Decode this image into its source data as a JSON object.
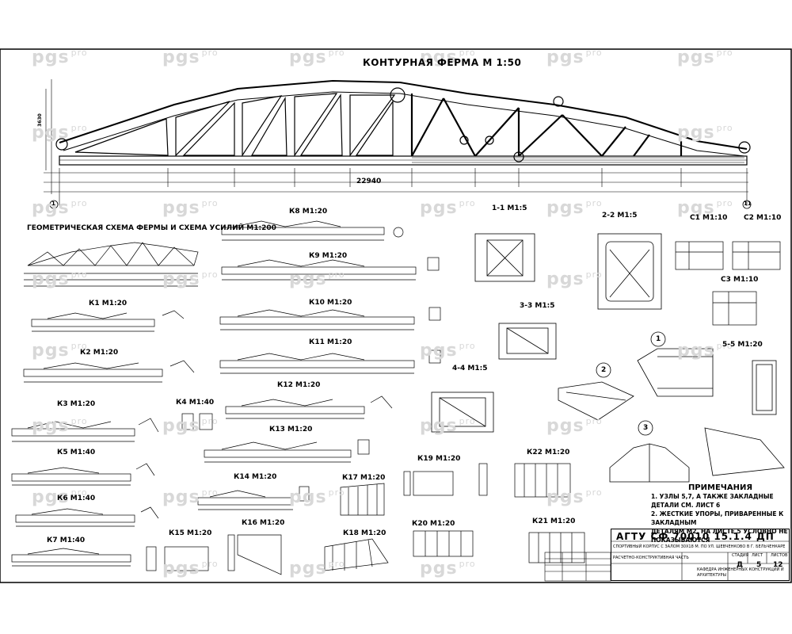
{
  "watermark": {
    "main": "pgs",
    "sub": "pro"
  },
  "main_title": "КОНТУРНАЯ ФЕРМА М 1:50",
  "geom_title": "ГЕОМЕТРИЧЕСКАЯ СХЕМА ФЕРМЫ И СХЕМА УСИЛИЙ М1:200",
  "sections": {
    "s11": "1-1 М1:5",
    "s22": "2-2 М1:5",
    "s33": "3-3 М1:5",
    "s44": "4-4 М1:5",
    "s55": "5-5 М1:20"
  },
  "details": {
    "c1": "С1 М1:10",
    "c2": "С2 М1:10",
    "c3": "С3 М1:10"
  },
  "frames": {
    "k1": "К1 М1:20",
    "k2": "К2 М1:20",
    "k3": "К3 М1:20",
    "k4": "К4 М1:40",
    "k5": "К5 М1:40",
    "k6": "К6 М1:40",
    "k7": "К7 М1:40",
    "k8": "К8 М1:20",
    "k9": "К9 М1:20",
    "k10": "К10 М1:20",
    "k11": "К11 М1:20",
    "k12": "К12 М1:20",
    "k13": "К13 М1:20",
    "k14": "К14 М1:20",
    "k15": "К15 М1:20",
    "k16": "К16 М1:20",
    "k17": "К17 М1:20",
    "k18": "К18 М1:20",
    "k19": "К19 М1:20",
    "k20": "К20 М1:20",
    "k21": "К21 М1:20",
    "k22": "К22 М1:20"
  },
  "nodes": [
    "1",
    "2",
    "3"
  ],
  "axes": [
    "1",
    "11"
  ],
  "dimensions": {
    "total": "22940",
    "height": "3630"
  },
  "notes": {
    "title": "ПРИМЕЧАНИЯ",
    "items": [
      "1. УЗЛЫ 5,7, А ТАКЖЕ ЗАКЛАДНЫЕ ДЕТАЛИ СМ. ЛИСТ 6",
      "2. ЖЕСТКИЕ УПОРЫ, ПРИВАРЕННЫЕ К ЗАКЛАДНЫМ",
      "ДЕТАЛЯМ М2, НА ЛИСТЕ 5 УСЛОВНО НЕ ПОКАЗЫВАЮТСЯ"
    ]
  },
  "stamp": {
    "code": "АГТУ СФ 70010 15.1.4 ДП",
    "project": "СПОРТИВНЫЙ КОРПУС С ЗАЛОМ 30Х18 М. ПО УЛ. ШЕВЧЕНКОВО В Г. БЕЛЬЧЕНКАРЕ",
    "part": "РАСЧЕТНО-КОНСТРУКТИВНАЯ ЧАСТЬ",
    "stage_label": "СТАДИЯ",
    "sheet_label": "ЛИСТ",
    "sheets_label": "ЛИСТОВ",
    "stage": "Д",
    "sheet": "5",
    "sheets": "12",
    "dept": "КАФЕДРА ИНЖЕНЕРНЫХ КОНСТРУКЦИЙ И АРХИТЕКТУРЫ"
  }
}
